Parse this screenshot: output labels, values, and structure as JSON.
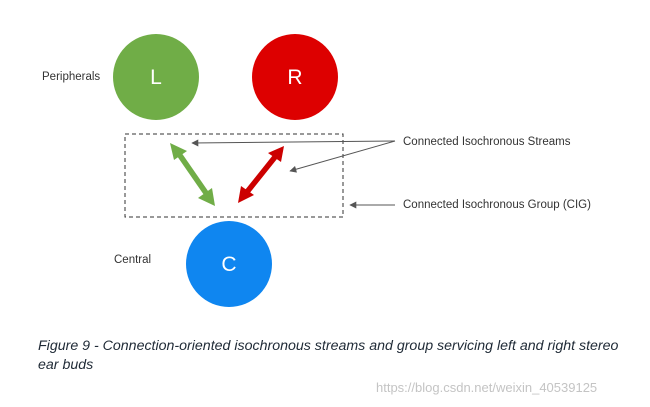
{
  "labels": {
    "peripherals": "Peripherals",
    "central": "Central",
    "cis": "Connected Isochronous Streams",
    "cig": "Connected Isochronous Group (CIG)"
  },
  "nodes": {
    "left": {
      "letter": "L",
      "color": "#70ad47"
    },
    "right": {
      "letter": "R",
      "color": "#dd0000"
    },
    "central": {
      "letter": "C",
      "color": "#0f86f0"
    }
  },
  "colors": {
    "green_arrow": "#70ad47",
    "red_arrow": "#cc0000",
    "pointer": "#555555",
    "group_border": "#333333"
  },
  "caption": "Figure 9 - Connection-oriented isochronous streams and group servicing left and right stereo ear buds",
  "watermark": "https://blog.csdn.net/weixin_40539125"
}
